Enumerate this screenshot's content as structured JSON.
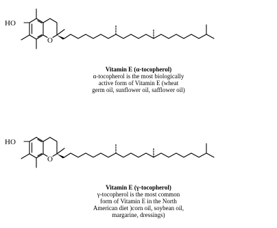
{
  "molecules": [
    {
      "id": "alpha",
      "atom_labels": {
        "hydroxyl": "HO",
        "ring_oxygen": "O"
      },
      "caption": {
        "title": "Vitamin E (α-tocopherol)",
        "lines": [
          "α-tocopherol is the most biologically",
          "active form of Vitamin E (wheat",
          "germ oil, sunflower oil, safflower oil)"
        ]
      }
    },
    {
      "id": "gamma",
      "atom_labels": {
        "hydroxyl": "HO",
        "ring_oxygen": "O"
      },
      "caption": {
        "title": "Vitamin E (γ-tocopherol)",
        "lines": [
          "γ-tocopherol is the most common",
          "form of Vitamin E in the North",
          "American diet )corn oil, soybean oil,",
          "margarine, dressings)"
        ]
      }
    }
  ]
}
